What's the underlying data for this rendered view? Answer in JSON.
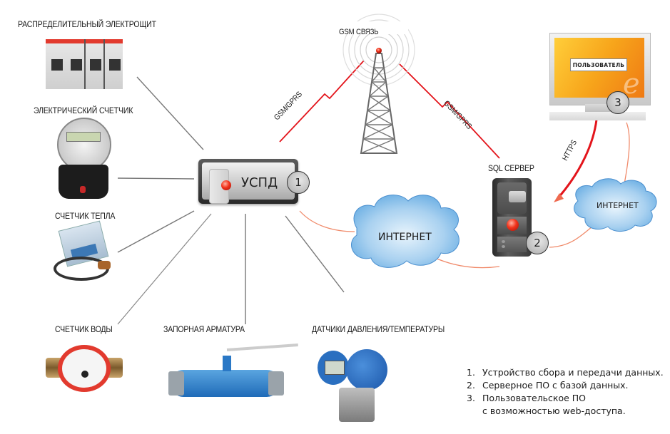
{
  "diagram": {
    "devices": {
      "panel": "РАСПРЕДЕЛИТЕЛЬНЫЙ ЭЛЕКТРОЩИТ",
      "electric_meter": "ЭЛЕКТРИЧЕСКИЙ СЧЕТЧИК",
      "heat_meter": "СЧЕТЧИК ТЕПЛА",
      "water_meter": "СЧЕТЧИК ВОДЫ",
      "valve": "ЗАПОРНАЯ АРМАТУРА",
      "sensors": "ДАТЧИКИ ДАВЛЕНИЯ/ТЕМПЕРАТУРЫ"
    },
    "uspd": {
      "label": "УСПД",
      "badge": "1"
    },
    "gsm": {
      "tower_label": "GSM СВЯЗЬ",
      "link_left": "GSM/GPRS",
      "link_right": "GSM/GPRS"
    },
    "internet_left": "ИНТЕРНЕТ",
    "internet_right": "ИНТЕРНЕТ",
    "sql_server": {
      "label": "SQL СЕРВЕР",
      "badge": "2"
    },
    "https_label": "HTTPS",
    "user": {
      "screen_label": "ПОЛЬЗОВАТЕЛЬ",
      "badge": "3"
    },
    "legend": [
      {
        "num": "1.",
        "text": "Устройство сбора и передачи данных."
      },
      {
        "num": "2.",
        "text": "Серверное ПО с базой данных."
      },
      {
        "num": "3.",
        "text": "Пользовательское ПО"
      },
      {
        "num": "",
        "text": "с возможностью web-доступа."
      }
    ],
    "colors": {
      "accent_red": "#e3141b",
      "cloud_blue": "#8fc3ea",
      "screen_orange": "#f7a51b"
    }
  }
}
